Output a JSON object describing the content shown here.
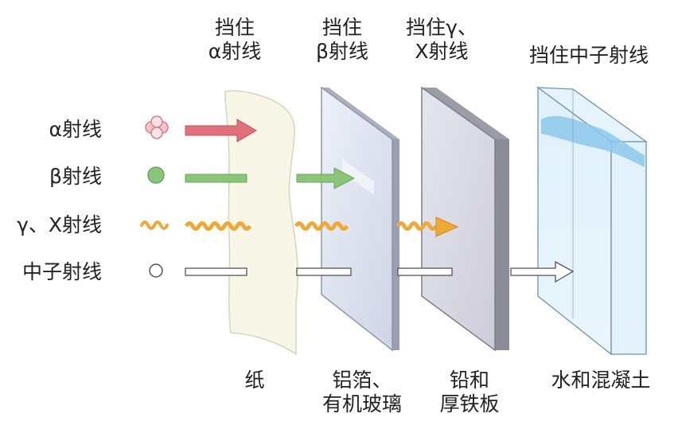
{
  "top_labels": [
    {
      "line1": "挡住",
      "line2": "α射线"
    },
    {
      "line1": "挡住",
      "line2": "β射线"
    },
    {
      "line1": "挡住γ、",
      "line2": "X射线"
    },
    {
      "line1": "挡住中子射线",
      "line2": ""
    }
  ],
  "rays": [
    {
      "label": "α射线",
      "color": "#e0707a",
      "icon": "alpha-particle-icon"
    },
    {
      "label": "β射线",
      "color": "#8cc47a",
      "icon": "beta-particle-icon"
    },
    {
      "label": "γ、X射线",
      "color": "#eea838",
      "icon": "gamma-wave-icon"
    },
    {
      "label": "中子射线",
      "color": "#ffffff",
      "icon": "neutron-icon"
    }
  ],
  "materials": [
    {
      "line1": "纸",
      "line2": ""
    },
    {
      "line1": "铝箔、",
      "line2": "有机玻璃"
    },
    {
      "line1": "铅和",
      "line2": "厚铁板"
    },
    {
      "line1": "水和混凝土",
      "line2": ""
    }
  ]
}
